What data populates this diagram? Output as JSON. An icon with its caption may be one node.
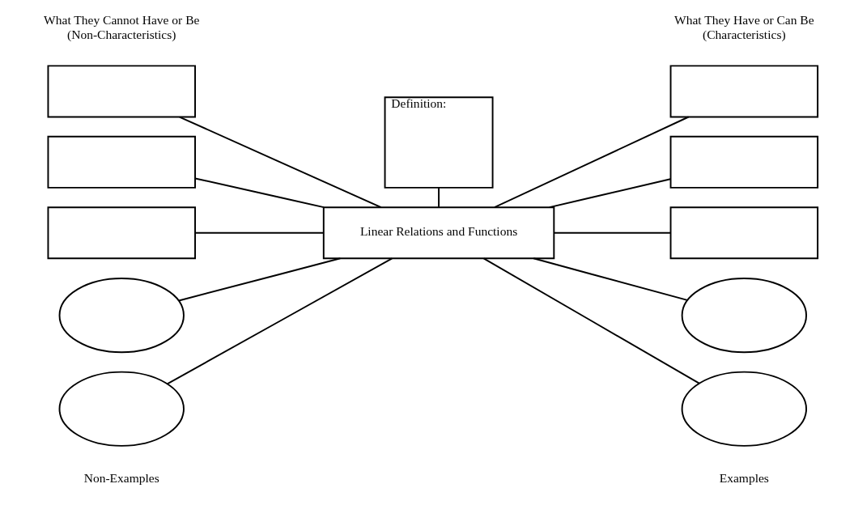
{
  "diagram": {
    "nodes": [
      {
        "text": [
          "Definition:"
        ]
      },
      {
        "text": [
          "Linear Relations and Functions"
        ]
      },
      {
        "text": [],
        "shape": "box"
      },
      {
        "text": [],
        "shape": "box"
      },
      {
        "text": [],
        "shape": "box"
      },
      {
        "text": [],
        "shape": "box"
      },
      {
        "text": [],
        "shape": "box"
      },
      {
        "text": [],
        "shape": "box"
      },
      {
        "text": [],
        "shape": "ellipse"
      },
      {
        "text": [],
        "shape": "ellipse"
      },
      {
        "text": [],
        "shape": "ellipse"
      },
      {
        "text": [],
        "shape": "ellipse"
      }
    ],
    "edges": [
      {
        "from": 0,
        "to": 1,
        "arrow": "none"
      },
      {
        "from": 2,
        "to": 1,
        "arrow": "none"
      },
      {
        "from": 3,
        "to": 1,
        "arrow": "none"
      },
      {
        "from": 4,
        "to": 1,
        "arrow": "none"
      },
      {
        "from": 1,
        "to": 5,
        "arrow": "none"
      },
      {
        "from": 1,
        "to": 6,
        "arrow": "none"
      },
      {
        "from": 1,
        "to": 7,
        "arrow": "none"
      },
      {
        "from": 8,
        "to": 1,
        "arrow": "none"
      },
      {
        "from": 9,
        "to": 1,
        "arrow": "none"
      },
      {
        "from": 1,
        "to": 10,
        "arrow": "none"
      },
      {
        "from": 1,
        "to": 11,
        "arrow": "none"
      }
    ],
    "labels": [
      "What They Cannot Have or Be (Non-Characteristics)",
      "What They Have or Can Be (Characteristics)",
      "Non-Examples",
      "Examples"
    ]
  }
}
